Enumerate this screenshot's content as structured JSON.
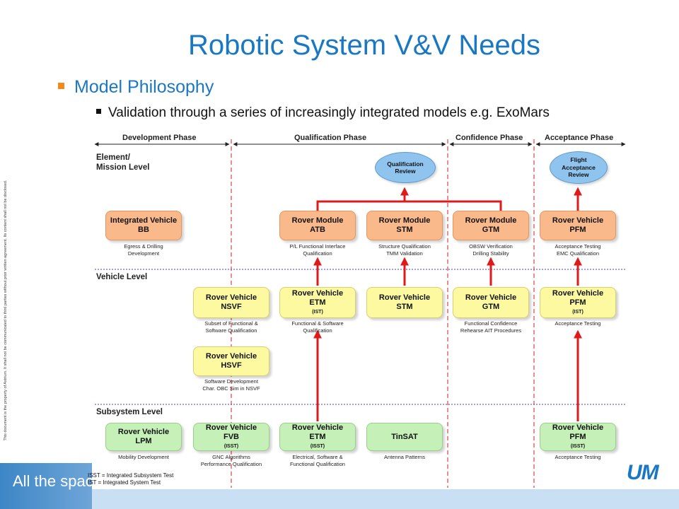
{
  "slide": {
    "title": "Robotic System V&V Needs",
    "bullet1": "Model Philosophy",
    "bullet2": "Validation through a series of increasingly integrated models e.g. ExoMars",
    "footer_tagline": "All the space you need",
    "logo": "UM",
    "side_text": "This document is the property of Astrium. It shall not be communicated to third parties without prior written agreement. Its content shall not be disclosed."
  },
  "diagram": {
    "phases": [
      "Development Phase",
      "Qualification Phase",
      "Confidence Phase",
      "Acceptance Phase"
    ],
    "levels": {
      "element_line1": "Element/",
      "element_line2": "Mission Level",
      "vehicle": "Vehicle Level",
      "subsystem": "Subsystem Level"
    },
    "reviews": {
      "qual": {
        "l1": "Qualification",
        "l2": "Review"
      },
      "flight": {
        "l1": "Flight",
        "l2": "Acceptance",
        "l3": "Review"
      }
    },
    "mission_boxes": [
      {
        "l1": "Integrated Vehicle",
        "l2": "BB",
        "c1": "Egress & Drilling",
        "c2": "Development"
      },
      {
        "l1": "Rover Module",
        "l2": "ATB",
        "c1": "P/L Functional Interface",
        "c2": "Qualification"
      },
      {
        "l1": "Rover Module",
        "l2": "STM",
        "c1": "Structure Qualification",
        "c2": "TMM Validation"
      },
      {
        "l1": "Rover Module",
        "l2": "GTM",
        "c1": "OBSW Verification",
        "c2": "Drilling Stability"
      },
      {
        "l1": "Rover Vehicle",
        "l2": "PFM",
        "c1": "Acceptance Testing",
        "c2": "EMC Qualification"
      }
    ],
    "vehicle_boxes": [
      {
        "l1": "Rover Vehicle",
        "l2": "NSVF",
        "l3": "",
        "c1": "Subset of Functional &",
        "c2": "Software Qualification"
      },
      {
        "l1": "Rover Vehicle",
        "l2": "ETM",
        "l3": "(IST)",
        "c1": "Functional & Software",
        "c2": "Qualification"
      },
      {
        "l1": "Rover Vehicle",
        "l2": "STM",
        "l3": "",
        "c1": "",
        "c2": ""
      },
      {
        "l1": "Rover Vehicle",
        "l2": "GTM",
        "l3": "",
        "c1": "Functional Confidence",
        "c2": "Rehearse AIT Procedures"
      },
      {
        "l1": "Rover Vehicle",
        "l2": "PFM",
        "l3": "(IST)",
        "c1": "Acceptance Testing",
        "c2": ""
      },
      {
        "l1": "Rover Vehicle",
        "l2": "HSVF",
        "l3": "",
        "c1": "Software Development",
        "c2": "Char. OBC Sim in NSVF"
      }
    ],
    "subsystem_boxes": [
      {
        "l1": "Rover Vehicle",
        "l2": "LPM",
        "l3": "",
        "c1": "Mobility Development",
        "c2": ""
      },
      {
        "l1": "Rover Vehicle",
        "l2": "FVB",
        "l3": "(ISST)",
        "c1": "GNC Algorithms",
        "c2": "Performance Qualification"
      },
      {
        "l1": "Rover Vehicle",
        "l2": "ETM",
        "l3": "(ISST)",
        "c1": "Electrical, Software &",
        "c2": "Functional Qualification"
      },
      {
        "l1": "TinSAT",
        "l2": "",
        "l3": "",
        "c1": "Antenna Patterns",
        "c2": ""
      },
      {
        "l1": "Rover Vehicle",
        "l2": "PFM",
        "l3": "(ISST)",
        "c1": "Acceptance Testing",
        "c2": ""
      }
    ],
    "notes": [
      "ISST = Integrated Subsystem Test",
      "IST = Integrated System Test"
    ]
  },
  "colors": {
    "accent": "#1a78c2",
    "bullet": "#f08a1a",
    "arrow": "#e0191b",
    "orange_box": "#f9b98a",
    "yellow_box": "#fdf9a0",
    "green_box": "#c5f0b8",
    "review_oval": "#8fc4ef"
  }
}
